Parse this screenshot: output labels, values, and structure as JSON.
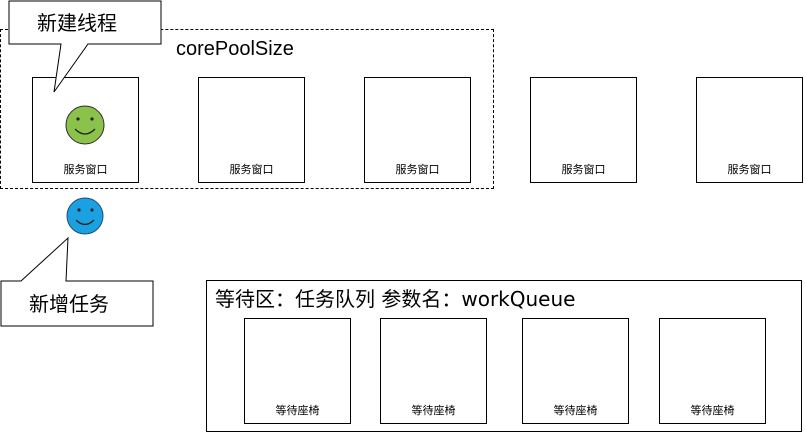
{
  "pool": {
    "label": "corePoolSize"
  },
  "windows": [
    {
      "label": "服务窗口",
      "occupied": true
    },
    {
      "label": "服务窗口",
      "occupied": false
    },
    {
      "label": "服务窗口",
      "occupied": false
    },
    {
      "label": "服务窗口",
      "occupied": false
    },
    {
      "label": "服务窗口",
      "occupied": false
    }
  ],
  "queue": {
    "title": "等待区：任务队列 参数名：workQueue",
    "seats": [
      {
        "label": "等待座椅"
      },
      {
        "label": "等待座椅"
      },
      {
        "label": "等待座椅"
      },
      {
        "label": "等待座椅"
      }
    ]
  },
  "callouts": {
    "new_thread": "新建线程",
    "new_task": "新增任务"
  },
  "colors": {
    "thread_face": "#8bc34a",
    "task_face": "#1ba1e2",
    "outline": "#000000"
  }
}
